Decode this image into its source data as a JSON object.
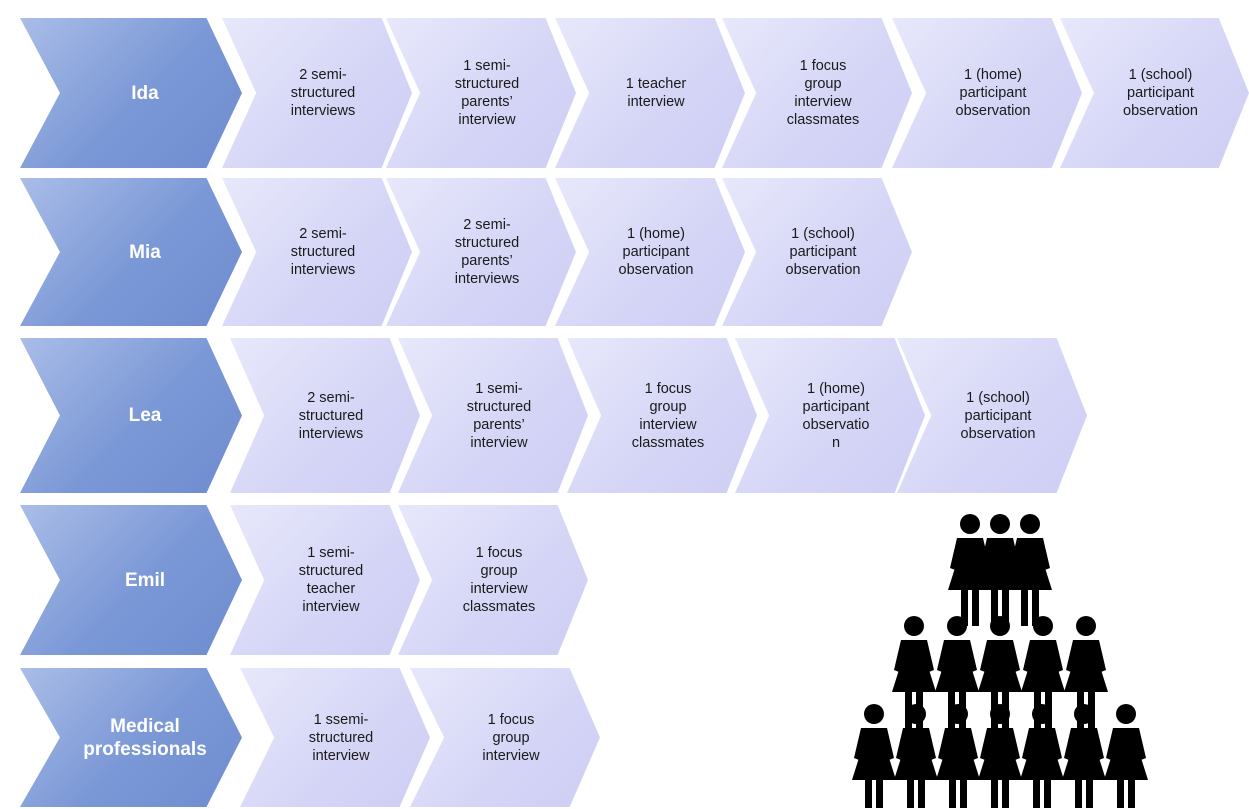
{
  "rows": [
    {
      "label": "Ida",
      "steps": [
        "2 semi-\nstructured\ninterviews",
        "1 semi-\nstructured\nparents’\ninterview",
        "1 teacher\ninterview",
        "1 focus\ngroup\ninterview\nclassmates",
        "1 (home)\nparticipant\nobservation",
        "1 (school)\nparticipant\nobservation"
      ]
    },
    {
      "label": "Mia",
      "steps": [
        "2 semi-\nstructured\ninterviews",
        "2 semi-\nstructured\nparents’\ninterviews",
        "1 (home)\nparticipant\nobservation",
        "1 (school)\nparticipant\nobservation"
      ]
    },
    {
      "label": "Lea",
      "steps": [
        "2 semi-\nstructured\ninterviews",
        "1 semi-\nstructured\nparents’\ninterview",
        "1 focus\ngroup\ninterview\nclassmates",
        "1 (home)\nparticipant\nobservatio\nn",
        "1 (school)\nparticipant\nobservation"
      ]
    },
    {
      "label": "Emil",
      "steps": [
        "1 semi-\nstructured\nteacher\ninterview",
        "1 focus\ngroup\ninterview\nclassmates"
      ]
    },
    {
      "label": "Medical\nprofessionals",
      "steps": [
        "1 ssemi-\nstructured\ninterview",
        "1 focus\ngroup\ninterview"
      ]
    }
  ],
  "colors": {
    "head_fill": "#7a97d6",
    "step_fill": "#d4d5f6",
    "people_fill": "#000000"
  },
  "icons": {
    "crowd": "people-pyramid-icon"
  }
}
